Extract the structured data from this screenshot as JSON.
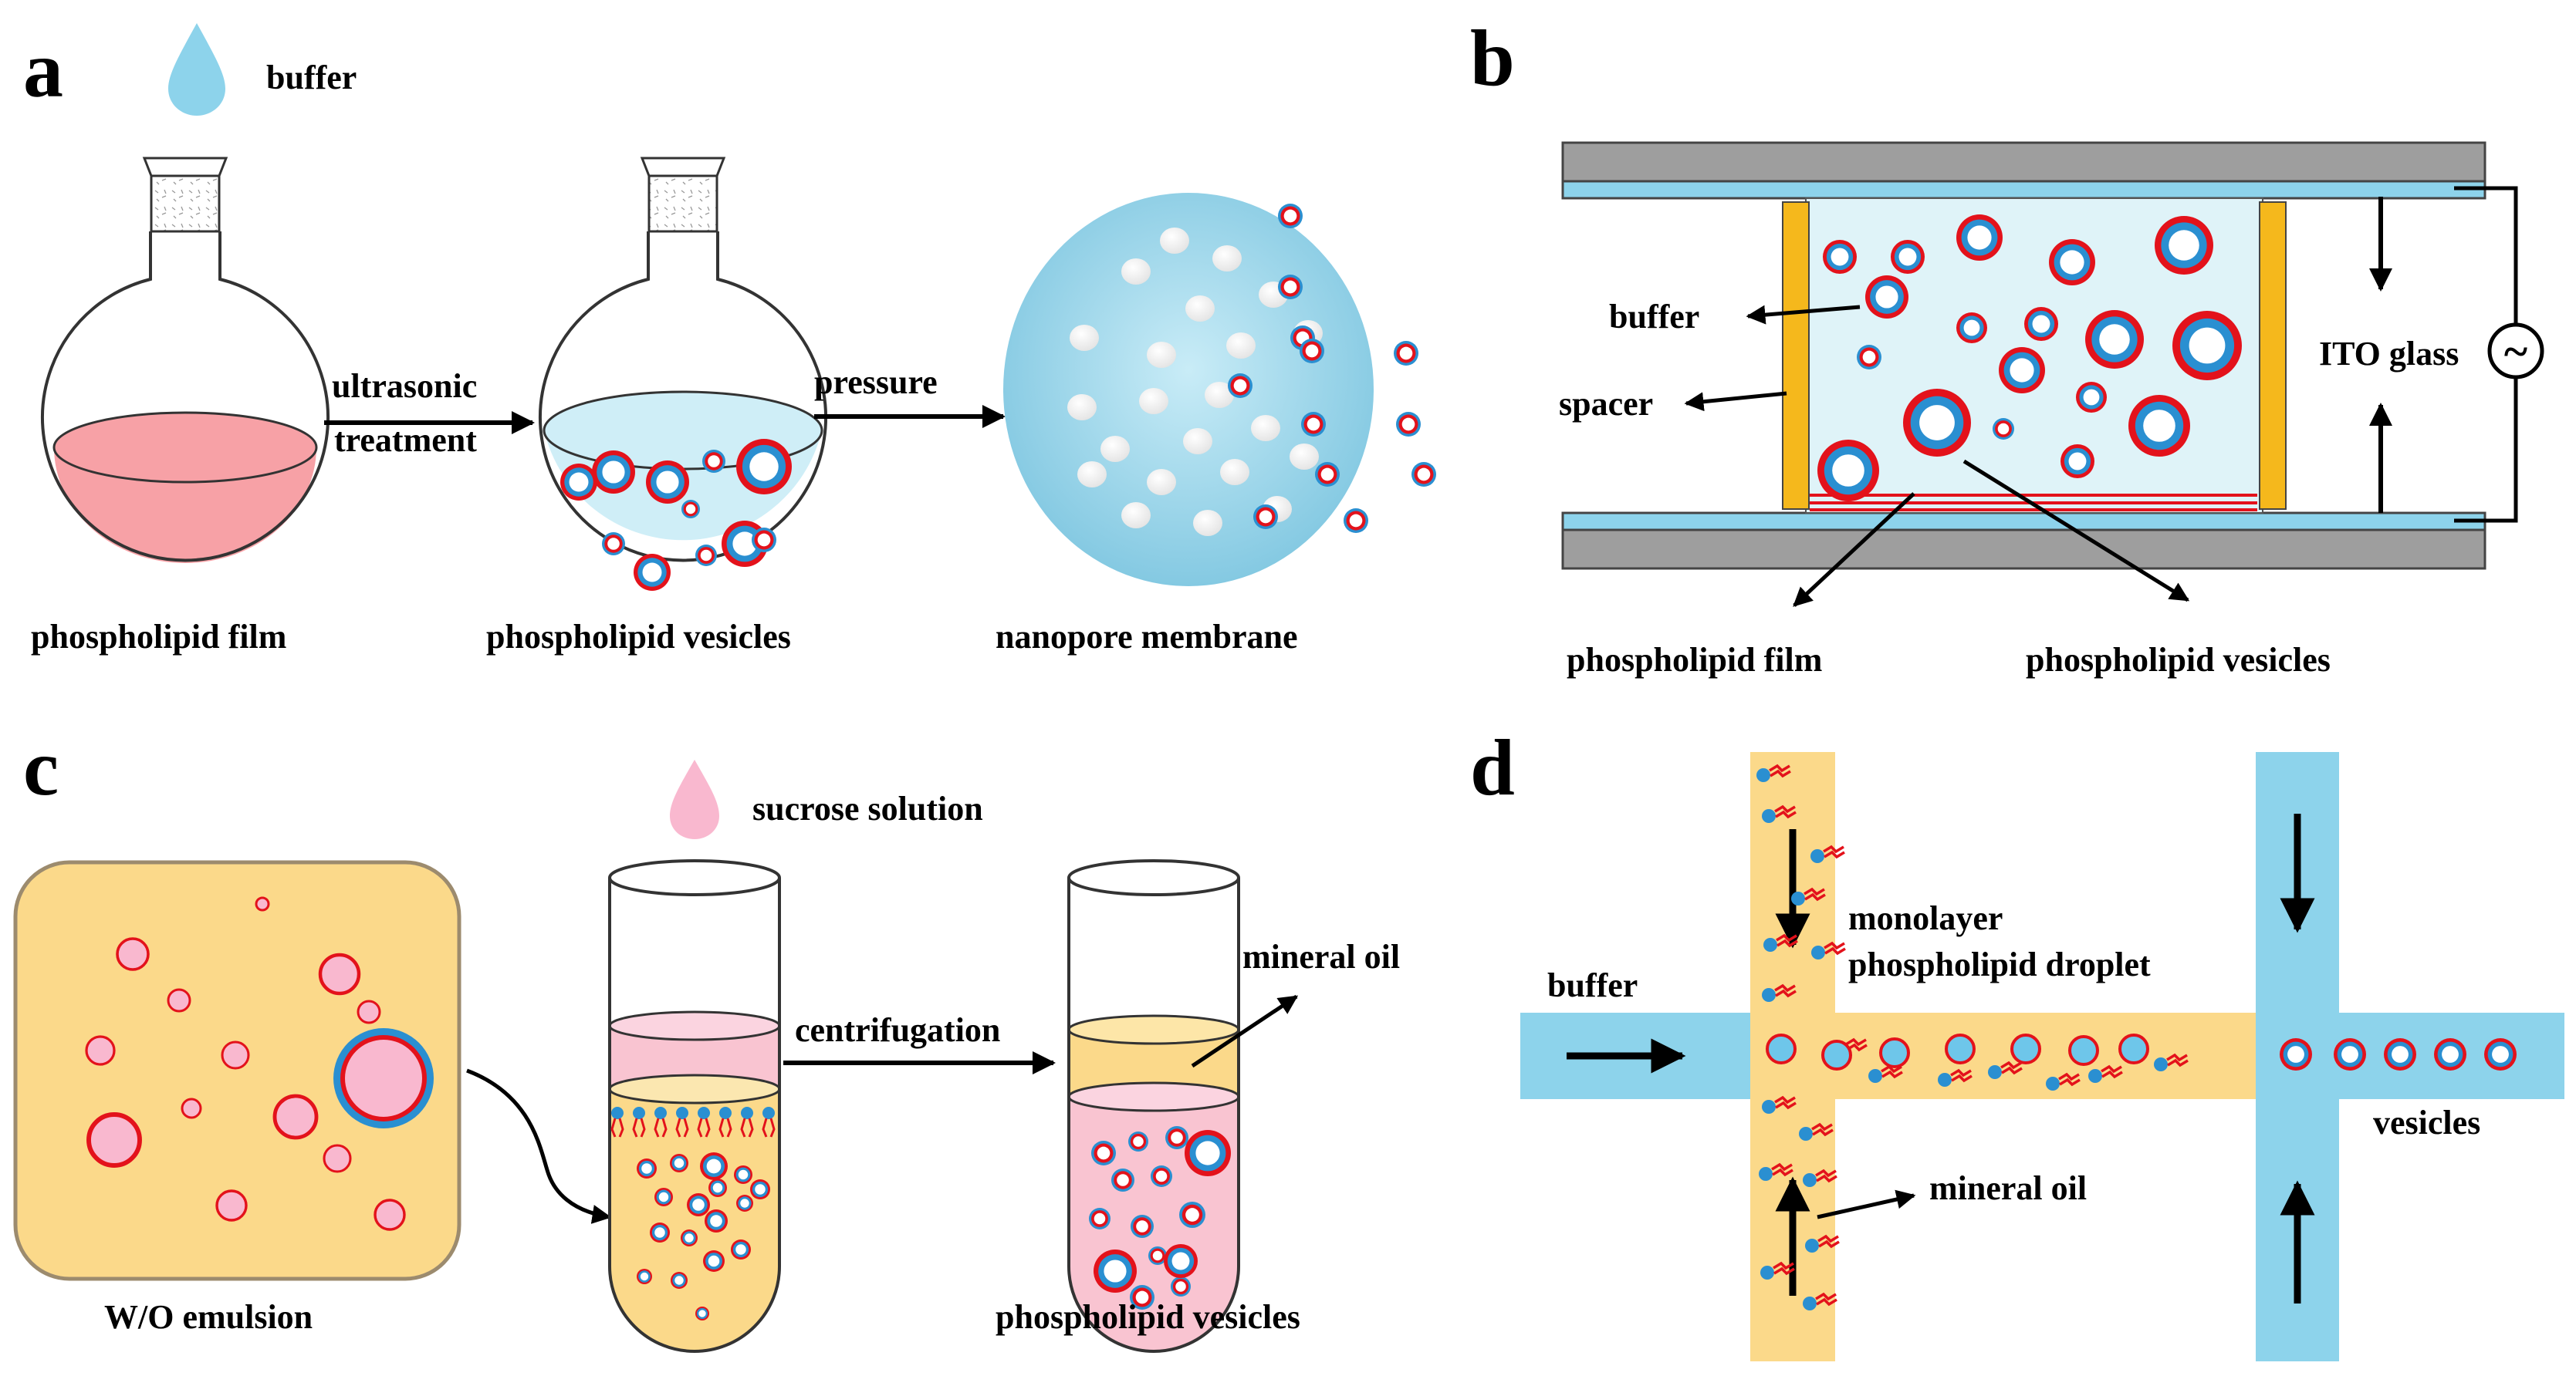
{
  "colors": {
    "vesicle_ring_red": "#e3121b",
    "vesicle_ring_blue": "#2a8fd1",
    "buffer_blue": "#8dd3eb",
    "pink_solution": "#f7a1a6",
    "oil_yellow": "#fbd98a",
    "spacer_gold": "#f5b81c",
    "glass_gray": "#9e9e9e",
    "droplet_blue": "#6ec6ea",
    "droplet_pink": "#f9b8cf"
  },
  "panels": {
    "a": {
      "label": "a",
      "buffer": "buffer",
      "ultrasonic_1": "ultrasonic",
      "ultrasonic_2": "treatment",
      "pressure": "pressure",
      "film": "phospholipid film",
      "vesicles": "phospholipid  vesicles",
      "membrane": "nanopore membrane"
    },
    "b": {
      "label": "b",
      "buffer": "buffer",
      "spacer": "spacer",
      "ito": "ITO  glass",
      "ac": "~",
      "film": "phospholipid film",
      "vesicles": "phospholipid  vesicles"
    },
    "c": {
      "label": "c",
      "sucrose": "sucrose solution",
      "centrifugation": "centrifugation",
      "mineral_oil": "mineral oil",
      "emulsion": "W/O emulsion",
      "vesicles": "phospholipid vesicles"
    },
    "d": {
      "label": "d",
      "buffer": "buffer",
      "monolayer_1": "monolayer",
      "monolayer_2": "phospholipid droplet",
      "mineral_oil": "mineral oil",
      "vesicles": "vesicles"
    }
  }
}
